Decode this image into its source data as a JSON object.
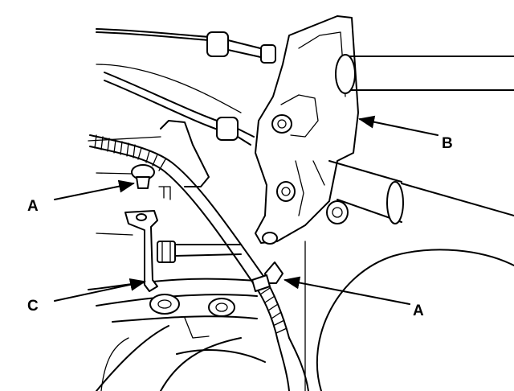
{
  "callouts": {
    "a_left": "A",
    "a_right": "A",
    "b": "B",
    "c": "C"
  },
  "colors": {
    "line": "#000000",
    "background": "#ffffff"
  }
}
